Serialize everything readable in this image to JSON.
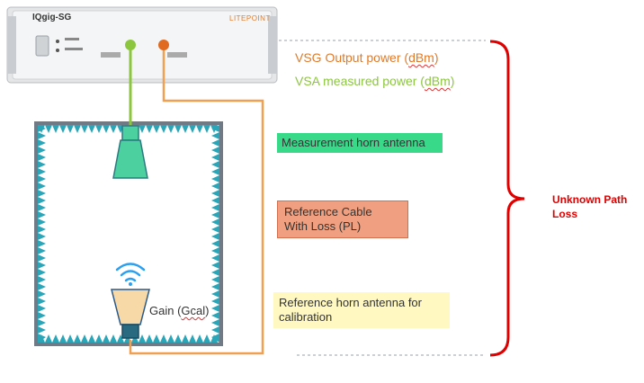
{
  "instrument": {
    "model": "IQgig-SG",
    "brand": "LITEPOINT"
  },
  "labels": {
    "vsg_power": {
      "prefix": "VSG Output power (",
      "unit": "dBm",
      "suffix": ")",
      "color": "#e07b2a"
    },
    "vsa_power": {
      "prefix": "VSA measured power (",
      "unit": "dBm",
      "suffix": ")",
      "color": "#8cc63f"
    },
    "measurement_horn": "Measurement horn antenna",
    "reference_cable": {
      "line1": "Reference Cable",
      "line2": "With Loss (PL)"
    },
    "reference_horn": {
      "line1": "Reference horn antenna for",
      "line2": "calibration"
    },
    "gain": {
      "prefix": "Gain (",
      "word": "Gcal",
      "suffix": ")"
    },
    "unknown_path_loss": {
      "line1": "Unknown Path",
      "line2": "Loss",
      "color": "#e00000"
    }
  },
  "colors": {
    "green_line": "#8cc63f",
    "orange_line": "#f0a050",
    "chamber_frame": "#707a86",
    "absorber": "#2aa6b8",
    "horn_fill": "#4dd0a0",
    "horn_ref_fill": "#f7d9a8",
    "measure_box": "#39d98a",
    "cable_box": "#f0a080",
    "ref_box": "#fff8c0",
    "bracket": "#e00000",
    "wifi": "#2b9ff0"
  }
}
